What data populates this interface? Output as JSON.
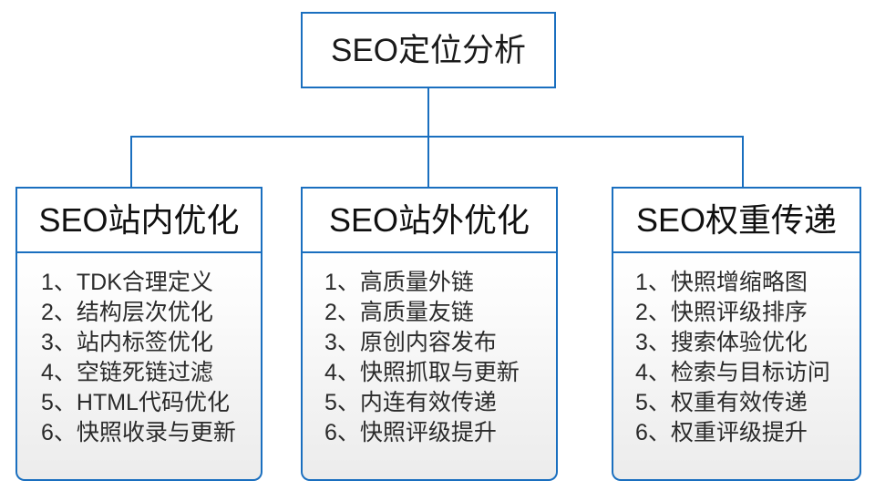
{
  "diagram": {
    "type": "org-tree",
    "root": {
      "title": "SEO定位分析"
    },
    "connector_color": "#1A6FBF",
    "columns": [
      {
        "header": "SEO站内优化",
        "items": [
          {
            "num": "1、",
            "label": "TDK合理定义"
          },
          {
            "num": "2、",
            "label": "结构层次优化"
          },
          {
            "num": "3、",
            "label": "站内标签优化"
          },
          {
            "num": "4、",
            "label": "空链死链过滤"
          },
          {
            "num": "5、",
            "label": "HTML代码优化"
          },
          {
            "num": "6、",
            "label": "快照收录与更新"
          }
        ]
      },
      {
        "header": "SEO站外优化",
        "items": [
          {
            "num": "1、",
            "label": "高质量外链"
          },
          {
            "num": "2、",
            "label": "高质量友链"
          },
          {
            "num": "3、",
            "label": "原创内容发布"
          },
          {
            "num": "4、",
            "label": "快照抓取与更新"
          },
          {
            "num": "5、",
            "label": "内连有效传递"
          },
          {
            "num": "6、",
            "label": "快照评级提升"
          }
        ]
      },
      {
        "header": "SEO权重传递",
        "items": [
          {
            "num": "1、",
            "label": "快照增缩略图"
          },
          {
            "num": "2、",
            "label": "快照评级排序"
          },
          {
            "num": "3、",
            "label": "搜索体验优化"
          },
          {
            "num": "4、",
            "label": "检索与目标访问"
          },
          {
            "num": "5、",
            "label": "权重有效传递"
          },
          {
            "num": "6、",
            "label": "权重评级提升"
          }
        ]
      }
    ]
  }
}
